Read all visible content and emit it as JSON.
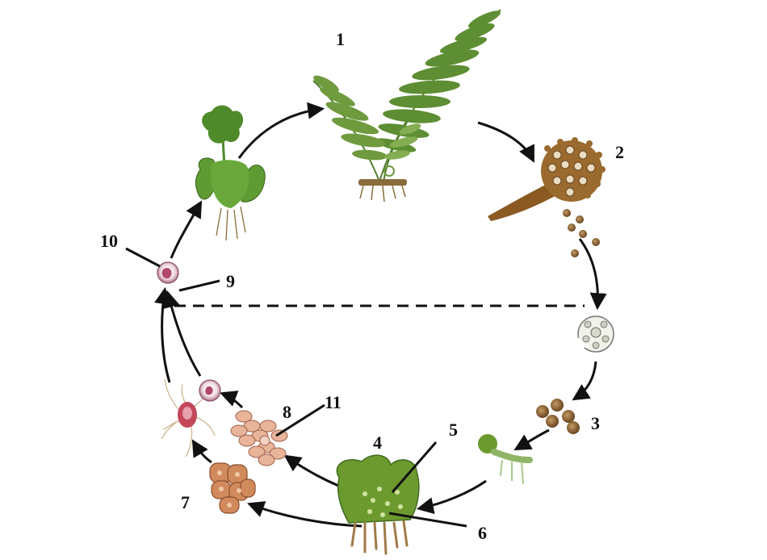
{
  "labels": {
    "l1": "1",
    "l2": "2",
    "l3": "3",
    "l4": "4",
    "l5": "5",
    "l6": "6",
    "l7": "7",
    "l8": "8",
    "l9": "9",
    "l10": "10",
    "l11": "11"
  },
  "colors": {
    "frond": "#4f7d2d",
    "frond_light": "#7aa748",
    "sporangium": "#8a5a22",
    "spore": "#7a5a2a",
    "prothallus": "#6d9a2f",
    "archegonium": "#c98a5a",
    "antheridium": "#d7836a",
    "zygote": "#b8627a",
    "arrow": "#111111"
  },
  "icons": [
    "adult-fern-icon",
    "sporangium-icon",
    "spores-icon",
    "open-sporangium-icon",
    "germinating-spore-icon",
    "prothallus-icon",
    "archegonium-icon",
    "antherozoid-cluster-icon",
    "zygote-icon",
    "young-sporophyte-icon"
  ]
}
